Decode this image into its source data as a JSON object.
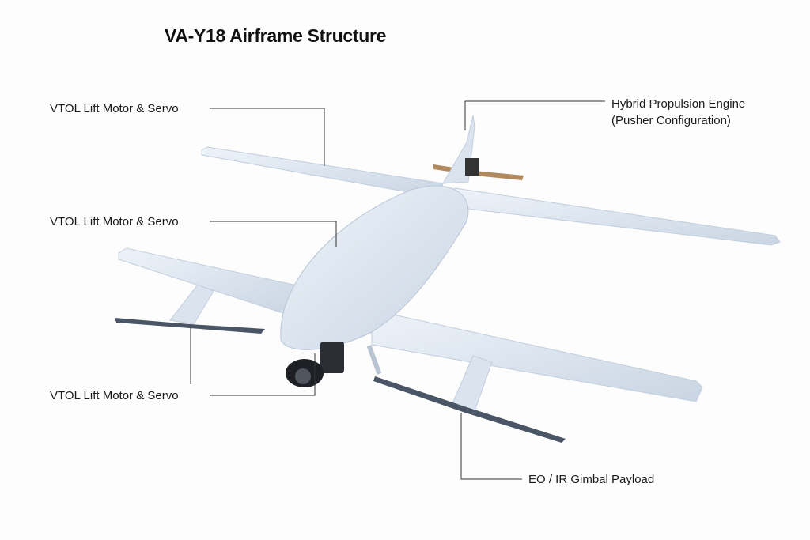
{
  "title": "VA-Y18 Airframe Structure",
  "labels": {
    "vtol_top": "VTOL Lift Motor & Servo",
    "vtol_mid": "VTOL Lift Motor & Servo",
    "vtol_bottom": "VTOL Lift Motor & Servo",
    "engine_line1": "Hybrid Propulsion Engine",
    "engine_line2": "(Pusher Configuration)",
    "gimbal": "EO / IR Gimbal Payload"
  },
  "colors": {
    "airframe": "#dfe7f1",
    "propeller": "#4a5566",
    "pusher_prop": "#b08a5e",
    "leader_line": "#333333"
  }
}
